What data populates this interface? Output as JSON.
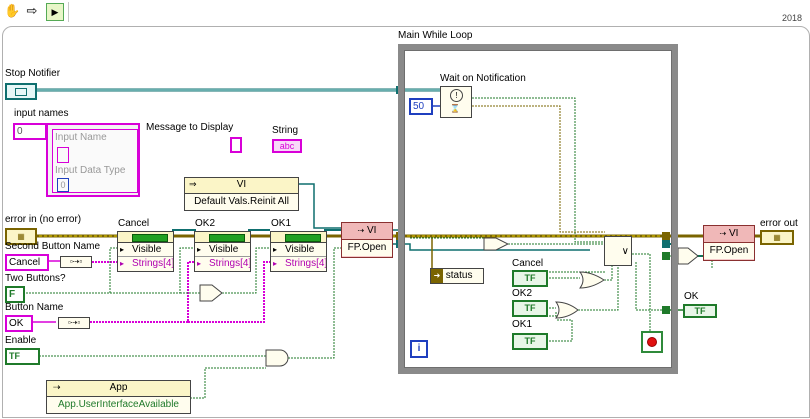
{
  "toolbar": {
    "icons": [
      "hand-icon",
      "arrow-right-icon",
      "vi-icon"
    ],
    "year": "2018"
  },
  "loop": {
    "title": "Main While Loop",
    "iteration_label": "i"
  },
  "wait": {
    "title": "Wait on Notification",
    "timeout": "50"
  },
  "stop_notifier": {
    "label": "Stop Notifier"
  },
  "input_names": {
    "label": "input names",
    "index": "0",
    "item_name": "Input Name",
    "item_type": "Input Data Type",
    "type_value": "0"
  },
  "message": {
    "label": "Message to Display"
  },
  "string": {
    "label": "String",
    "glyph": "abc"
  },
  "vi_node": {
    "header": "VI",
    "row": "Default Vals.Reinit All"
  },
  "error_in": {
    "label": "error in (no error)"
  },
  "second_button": {
    "label": "Second Button Name",
    "value": "Cancel"
  },
  "two_buttons": {
    "label": "Two Buttons?",
    "value": "F"
  },
  "button_name": {
    "label": "Button Name",
    "value": "OK"
  },
  "enable": {
    "label": "Enable",
    "value": "TF"
  },
  "prop_cancel": {
    "title": "Cancel",
    "row1": "Visible",
    "row2": "Strings[4]"
  },
  "prop_ok2": {
    "title": "OK2",
    "row1": "Visible",
    "row2": "Strings[4]"
  },
  "prop_ok1": {
    "title": "OK1",
    "row1": "Visible",
    "row2": "Strings[4]"
  },
  "fp_open_in": {
    "header": "VI",
    "row": "FP.Open"
  },
  "fp_open_out": {
    "header": "VI",
    "row": "FP.Open"
  },
  "status": {
    "label": "status"
  },
  "loop_cancel": {
    "label": "Cancel",
    "value": "TF"
  },
  "loop_ok2": {
    "label": "OK2",
    "value": "TF"
  },
  "loop_ok1": {
    "label": "OK1",
    "value": "TF"
  },
  "ok_out": {
    "label": "OK",
    "value": "TF"
  },
  "error_out": {
    "label": "error out"
  },
  "app_node": {
    "header": "App",
    "row": "App.UserInterfaceAvailable"
  },
  "colors": {
    "loop_border": "#8a8a8a",
    "error_wire": "#7a6400",
    "bool_wire": "#1f7a2a",
    "string_wire": "#d800d8",
    "refnum_wire": "#0f6f6f",
    "numeric_wire": "#1f3fbf"
  }
}
